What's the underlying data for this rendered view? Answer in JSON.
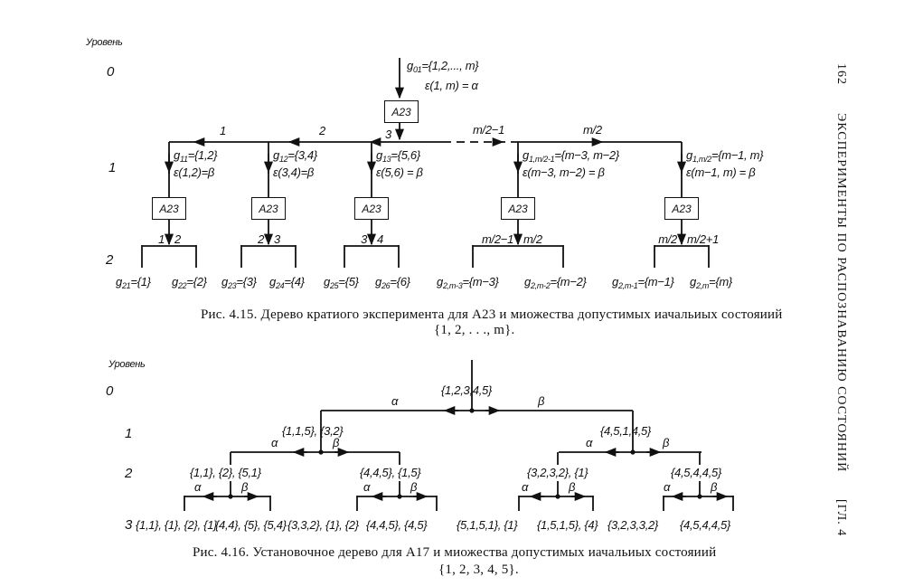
{
  "running_header": {
    "page_number": "162",
    "chapter_title": "ЭКСПЕРИМЕНТЫ ПО РАСПОЗНАВАНИЮ СОСТОЯНИЙ",
    "chapter": "[ГЛ. 4"
  },
  "figure_415": {
    "level_header": "Уровень",
    "levels": [
      "0",
      "1",
      "2"
    ],
    "root": {
      "g": "g",
      "sub": "01",
      "set": "={1,2,..., m}",
      "eps": "ε(1, m) = α"
    },
    "box_label": "A23",
    "edge_labels": [
      "1",
      "2",
      "3",
      "m/2−1",
      "m/2"
    ],
    "branches": [
      {
        "sub": "11",
        "set": "={1,2}",
        "eps": "ε(1,2)=β",
        "outputs": [
          "1",
          "2"
        ]
      },
      {
        "sub": "12",
        "set": "={3,4}",
        "eps": "ε(3,4)=β",
        "outputs": [
          "2",
          "3"
        ]
      },
      {
        "sub": "13",
        "set": "={5,6}",
        "eps": "ε(5,6) = β",
        "outputs": [
          "3",
          "4"
        ]
      },
      {
        "sub": "1,m/2-1",
        "set": "={m−3, m−2}",
        "eps": "ε(m−3, m−2) = β",
        "outputs": [
          "m/2−1",
          "m/2"
        ]
      },
      {
        "sub": "1,m/2",
        "set": "={m−1, m}",
        "eps": "ε(m−1, m) = β",
        "outputs": [
          "m/2",
          "m/2+1"
        ]
      }
    ],
    "leaves": [
      {
        "sub": "21",
        "set": "={1}"
      },
      {
        "sub": "22",
        "set": "={2}"
      },
      {
        "sub": "23",
        "set": "={3}"
      },
      {
        "sub": "24",
        "set": "={4}"
      },
      {
        "sub": "25",
        "set": "={5}"
      },
      {
        "sub": "26",
        "set": "={6}"
      },
      {
        "sub": "2,m-3",
        "set": "={m−3}"
      },
      {
        "sub": "2,m-2",
        "set": "={m−2}"
      },
      {
        "sub": "2,m-1",
        "set": "={m−1}"
      },
      {
        "sub": "2,m",
        "set": "={m}"
      }
    ],
    "caption_line1": "Рис. 4.15. Дерево кратиого эксперимента для A23 и миожества допустимых иачальиых состояиий",
    "caption_line2": "{1, 2, . . ., m}."
  },
  "figure_416": {
    "level_header": "Уровень",
    "levels": [
      "0",
      "1",
      "2",
      "3"
    ],
    "alpha": "α",
    "beta": "β",
    "root": "{1,2,3,4,5}",
    "level1": [
      "{1,1,5}, {3,2}",
      "{4,5,1,4,5}"
    ],
    "level2": [
      "{1,1}, {2}, {5,1}",
      "{4,4,5}, {1,5}",
      "{3,2,3,2}, {1}",
      "{4,5,4,4,5}"
    ],
    "level3": [
      "{1,1}, {1}, {2}, {1}",
      "{4,4}, {5}, {5,4}",
      "{3,3,2}, {1}, {2}",
      "{4,4,5}, {4,5}",
      "{5,1,5,1}, {1}",
      "{1,5,1,5}, {4}",
      "{3,2,3,3,2}",
      "{4,5,4,4,5}"
    ],
    "caption_line1": "Рис. 4.16. Установочное дерево для A17 и миожества допустимых иачальиых состояиий",
    "caption_line2": "{1, 2, 3, 4, 5}."
  }
}
